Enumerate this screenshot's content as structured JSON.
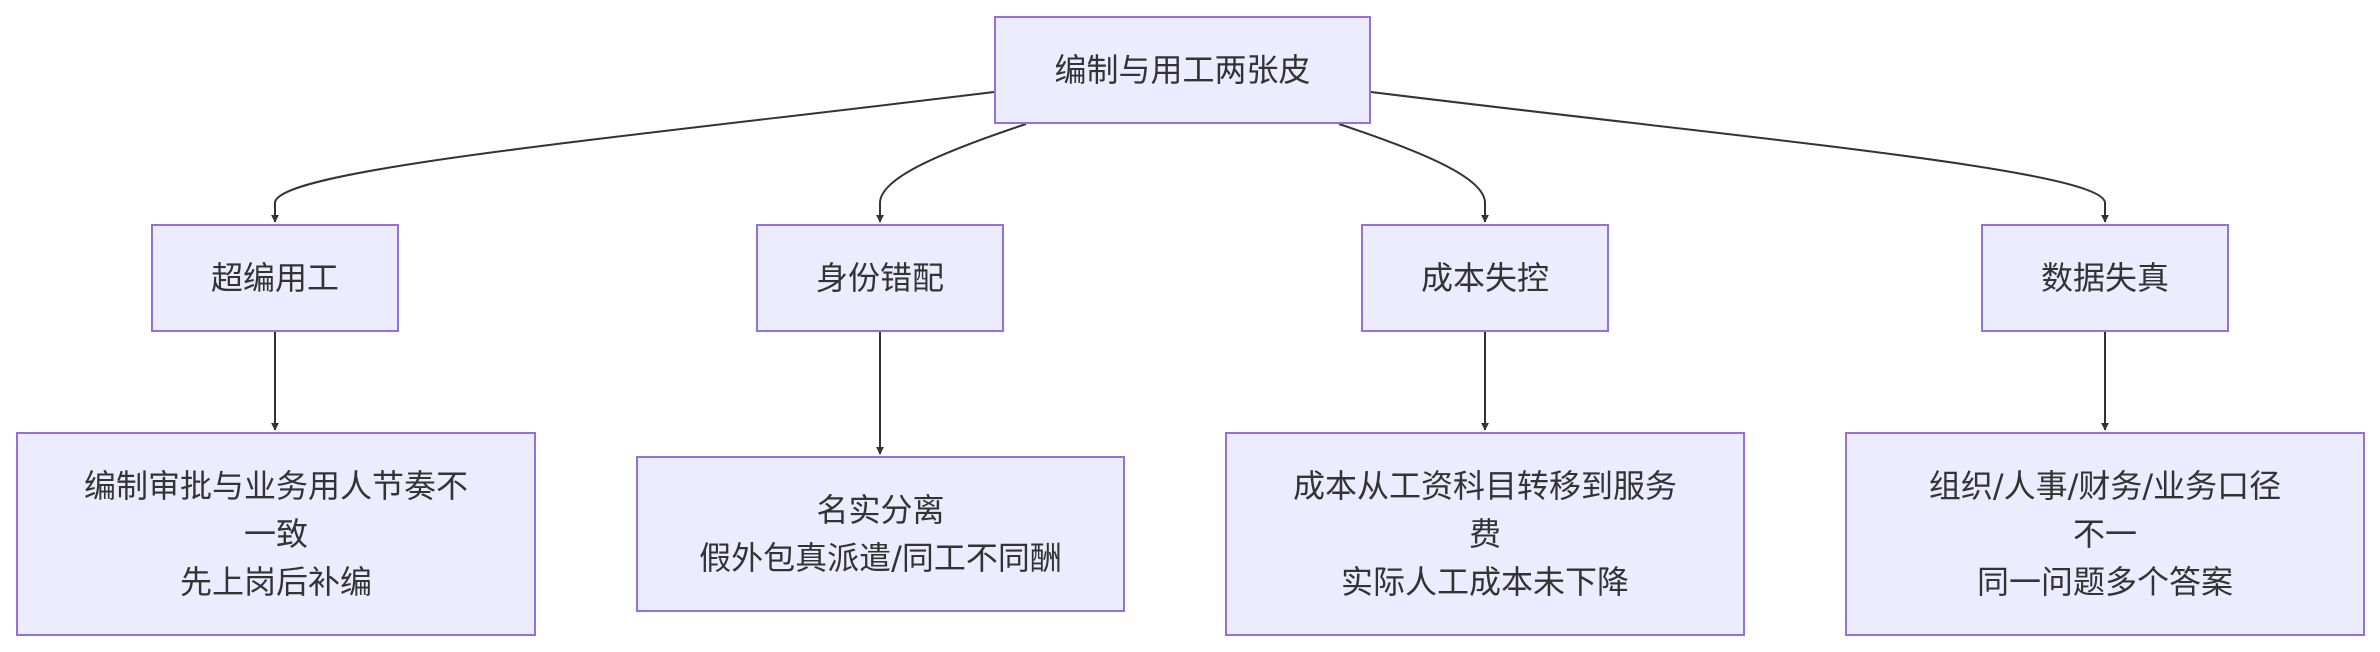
{
  "root": {
    "label": "编制与用工两张皮"
  },
  "issues": [
    {
      "label": "超编用工",
      "detail": [
        "编制审批与业务用人节奏不",
        "一致",
        "先上岗后补编"
      ]
    },
    {
      "label": "身份错配",
      "detail": [
        "名实分离",
        "假外包真派遣/同工不同酬"
      ]
    },
    {
      "label": "成本失控",
      "detail": [
        "成本从工资科目转移到服务",
        "费",
        "实际人工成本未下降"
      ]
    },
    {
      "label": "数据失真",
      "detail": [
        "组织/人事/财务/业务口径",
        "不一",
        "同一问题多个答案"
      ]
    }
  ],
  "colors": {
    "node_fill": "#ececff",
    "node_stroke": "#9370db",
    "edge": "#333333",
    "text": "#333333"
  }
}
